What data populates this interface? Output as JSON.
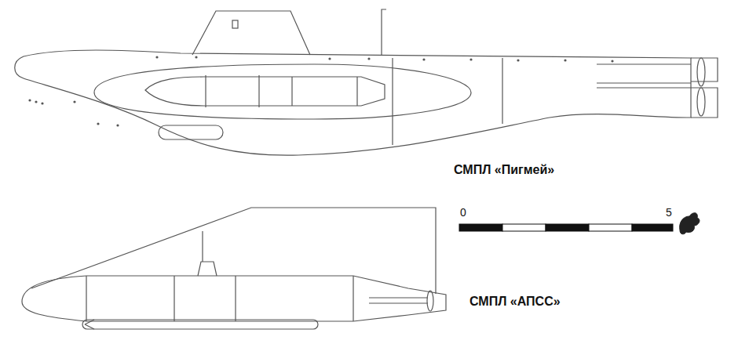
{
  "diagram": {
    "labels": [
      "СМПЛ «Пигмей»",
      "0",
      "5",
      "СМПЛ «АПСС»"
    ]
  }
}
